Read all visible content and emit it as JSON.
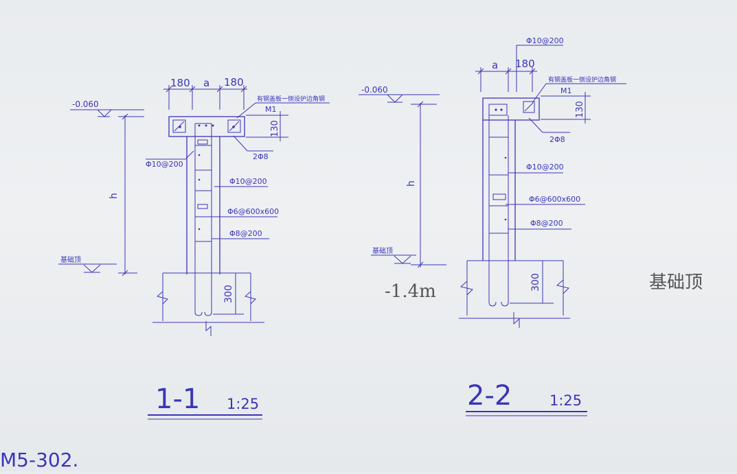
{
  "colors": {
    "ink": "#3a35b8",
    "paper": "#eceef0",
    "pencil": "#555555"
  },
  "section1": {
    "dim_left": "180",
    "dim_mid": "a",
    "dim_right": "180",
    "level_top": "-0.060",
    "level_bottom": "基础顶",
    "height_label": "h",
    "note_top": "有钢盖板一侧设护边角钢",
    "m1": "M1",
    "dim_130": "130",
    "bar_2phi8": "2Φ8",
    "bar_stirrup_left": "Φ10@200",
    "bar_stirrup": "Φ10@200",
    "bar_tie": "Φ6@600x600",
    "bar_vert": "Φ8@200",
    "dim_300": "300",
    "title": "1-1",
    "scale": "1:25"
  },
  "section2": {
    "bar_top": "Φ10@200",
    "dim_mid": "a",
    "dim_right": "180",
    "level_top": "-0.060",
    "level_bottom": "基础顶",
    "height_label": "h",
    "note_top": "有钢盖板一侧设护边角钢",
    "m1": "M1",
    "dim_130": "130",
    "bar_2phi8": "2Φ8",
    "bar_stirrup": "Φ10@200",
    "bar_tie": "Φ6@600x600",
    "bar_vert": "Φ8@200",
    "dim_300": "300",
    "title": "2-2",
    "scale": "1:25"
  },
  "handwriting": {
    "depth": "-1.4m",
    "note_right": "基础顶"
  },
  "footer": {
    "drawing_ref": "M5-302."
  }
}
